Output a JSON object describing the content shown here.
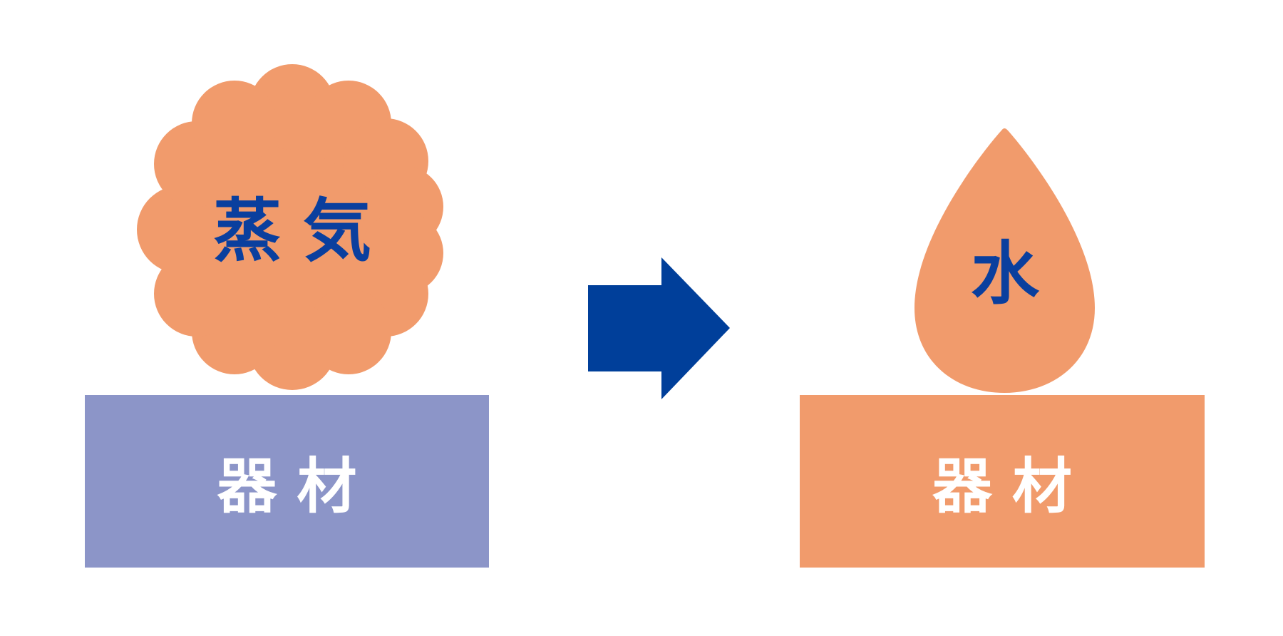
{
  "colors": {
    "steam_cloud": "#f19b6c",
    "water_drop": "#f19b6c",
    "label_text": "#0a3f9e",
    "arrow": "#003f9a",
    "box_before": "#8c95c8",
    "box_after": "#f19b6c",
    "box_text": "#ffffff"
  },
  "before": {
    "shape_icon": "cloud-icon",
    "shape_label": "蒸気",
    "box_label": "器材"
  },
  "transition": {
    "icon": "arrow-right-icon"
  },
  "after": {
    "shape_icon": "water-drop-icon",
    "shape_label": "水",
    "box_label": "器材"
  }
}
